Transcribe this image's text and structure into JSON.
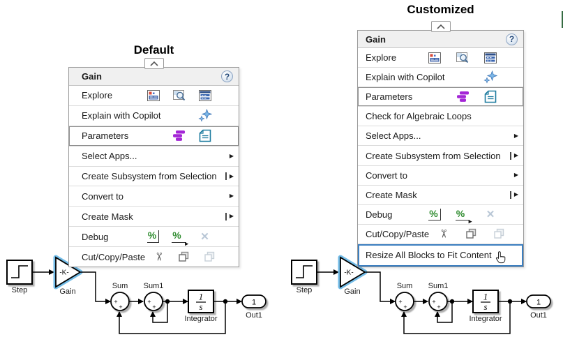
{
  "help_glyph": "?",
  "panels": {
    "left": {
      "title": "Default",
      "menu": {
        "header": {
          "title": "Gain"
        },
        "items": [
          {
            "label": "Explore",
            "icons": [
              "property-inspector",
              "model-explorer",
              "model-data-editor"
            ]
          },
          {
            "label": "Explain with Copilot",
            "icons": [
              "copilot-sparkle"
            ]
          },
          {
            "label": "Parameters",
            "icons": [
              "parameters-stack",
              "parameter-dialog"
            ],
            "default_action": true
          },
          {
            "label": "Select Apps...",
            "arrow": true
          },
          {
            "label": "Create Subsystem from Selection",
            "arrow": true,
            "split": true
          },
          {
            "label": "Convert to",
            "arrow": true
          },
          {
            "label": "Create Mask",
            "arrow": true,
            "split": true
          },
          {
            "label": "Debug",
            "icons": [
              "debug-port-value",
              "debug-port-value-step",
              "debug-clear-disabled"
            ]
          },
          {
            "label": "Cut/Copy/Paste",
            "icons": [
              "cut",
              "copy",
              "paste-disabled"
            ]
          }
        ]
      }
    },
    "right": {
      "title": "Customized",
      "menu": {
        "header": {
          "title": "Gain"
        },
        "items": [
          {
            "label": "Explore",
            "icons": [
              "property-inspector",
              "model-explorer",
              "model-data-editor"
            ]
          },
          {
            "label": "Explain with Copilot",
            "icons": [
              "copilot-sparkle"
            ]
          },
          {
            "label": "Parameters",
            "icons": [
              "parameters-stack",
              "parameter-dialog"
            ],
            "default_action": true
          },
          {
            "label": "Check for Algebraic Loops"
          },
          {
            "label": "Select Apps...",
            "arrow": true
          },
          {
            "label": "Create Subsystem from Selection",
            "arrow": true,
            "split": true
          },
          {
            "label": "Convert to",
            "arrow": true
          },
          {
            "label": "Create Mask",
            "arrow": true,
            "split": true
          },
          {
            "label": "Debug",
            "icons": [
              "debug-port-value",
              "debug-port-value-step",
              "debug-clear-disabled"
            ]
          },
          {
            "label": "Cut/Copy/Paste",
            "icons": [
              "cut",
              "copy",
              "paste-disabled"
            ]
          },
          {
            "label": "Resize All Blocks to Fit Content",
            "highlighted": true,
            "cursor": true
          }
        ]
      }
    }
  },
  "diagram": {
    "step_label": "Step",
    "gain_label": "Gain",
    "gain_text": "-K-",
    "sum_label": "Sum",
    "sum1_label": "Sum1",
    "plus": "+",
    "integrator_label": "Integrator",
    "integrator_num": "1",
    "integrator_den": "s",
    "out_value": "1",
    "out_label": "Out1"
  },
  "colors": {
    "selection_blue": "#74bde8",
    "highlight_border": "#3c7fc0",
    "accent_purple": "#a426d6",
    "accent_teal": "#1b7a9e",
    "accent_green": "#2e8b2e",
    "menu_header_bg": "#f0f0f0",
    "menu_border": "#9b9b9b"
  }
}
